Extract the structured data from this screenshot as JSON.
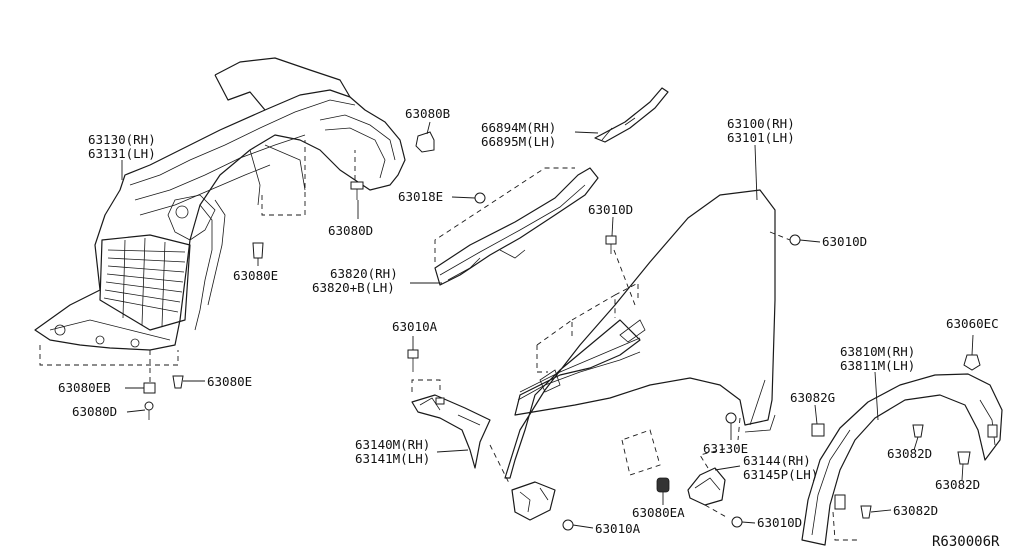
{
  "diagram": {
    "reference_code": "R630006R",
    "labels": {
      "p63130": [
        "63130(RH)",
        "63131(LH)"
      ],
      "p63080B": "63080B",
      "p66894M": [
        "66894M(RH)",
        "66895M(LH)"
      ],
      "p63100": [
        "63100(RH)",
        "63101(LH)"
      ],
      "p63018E": "63018E",
      "p63080D_top": "63080D",
      "p63010D_mid": "63010D",
      "p63010D_right": "63010D",
      "p63080E_mid": "63080E",
      "p63820": [
        "63820(RH)",
        "63820+B(LH)"
      ],
      "p63010A_top": "63010A",
      "p63060EC": "63060EC",
      "p63810M": [
        "63810M(RH)",
        "63811M(LH)"
      ],
      "p63080EB": "63080EB",
      "p63080E_low": "63080E",
      "p63080D_low": "63080D",
      "p63082G": "63082G",
      "p63140M": [
        "63140M(RH)",
        "63141M(LH)"
      ],
      "p63130E": "63130E",
      "p63082D_a": "63082D",
      "p63144": [
        "63144(RH)",
        "63145P(LH)"
      ],
      "p63082D_b": "63082D",
      "p63080EA": "63080EA",
      "p63010D_bottom": "63010D",
      "p63082D_c": "63082D",
      "p63010A_bottom": "63010A"
    }
  }
}
